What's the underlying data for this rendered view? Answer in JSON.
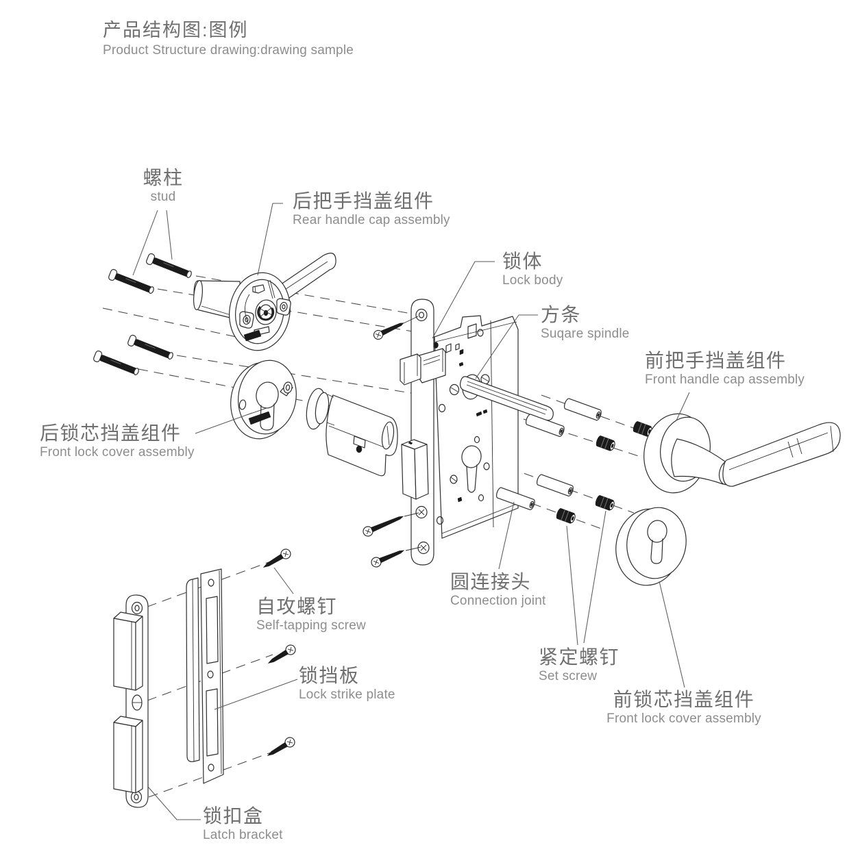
{
  "title": {
    "zh": "产品结构图:图例",
    "en": "Product Structure drawing:drawing sample"
  },
  "labels": [
    {
      "id": "stud",
      "zh": "螺柱",
      "en": "stud"
    },
    {
      "id": "rear-handle-cap",
      "zh": "后把手挡盖组件",
      "en": "Rear handle cap assembly"
    },
    {
      "id": "lock-body",
      "zh": "锁体",
      "en": "Lock body"
    },
    {
      "id": "square-spindle",
      "zh": "方条",
      "en": "Suqare spindle"
    },
    {
      "id": "front-handle-cap",
      "zh": "前把手挡盖组件",
      "en": "Front handle cap assembly"
    },
    {
      "id": "rear-lock-cover",
      "zh": "后锁芯挡盖组件",
      "en": "Front lock cover assembly"
    },
    {
      "id": "connection-joint",
      "zh": "圆连接头",
      "en": "Connection joint"
    },
    {
      "id": "set-screw",
      "zh": "紧定螺钉",
      "en": "Set screw"
    },
    {
      "id": "front-lock-cover",
      "zh": "前锁芯挡盖组件",
      "en": "Front lock cover assembly"
    },
    {
      "id": "self-tapping-screw",
      "zh": "自攻螺钉",
      "en": "Self-tapping screw"
    },
    {
      "id": "lock-strike-plate",
      "zh": "锁挡板",
      "en": "Lock strike plate"
    },
    {
      "id": "latch-bracket",
      "zh": "锁扣盒",
      "en": "Latch bracket"
    }
  ],
  "colors": {
    "background": "#ffffff",
    "line": "#2e2e2e",
    "label_zh": "#6f6f6f",
    "label_en": "#8d8d8d"
  }
}
